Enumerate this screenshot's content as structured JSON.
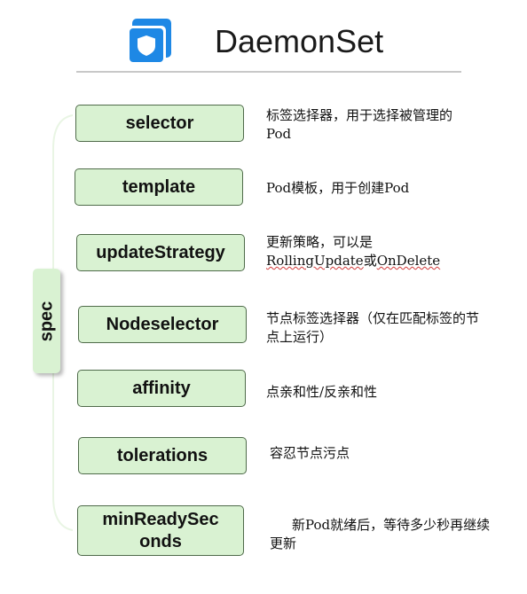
{
  "title": "DaemonSet",
  "icon": "daemonset-shield-icon",
  "colors": {
    "box_fill": "#d9f2d2",
    "box_border": "#4f6b4a",
    "icon_blue": "#1e88e5"
  },
  "spec_label": "spec",
  "fields": [
    {
      "name": "selector",
      "desc_parts": [
        "标签选择器，用于选择被管理的Pod"
      ]
    },
    {
      "name": "template",
      "desc_parts": [
        "Pod模板，用于创建Pod"
      ]
    },
    {
      "name": "updateStrategy",
      "desc_parts": [
        "更新策略，可以是",
        "RollingUpdate",
        "或",
        "OnDelete"
      ]
    },
    {
      "name": "Nodeselector",
      "desc_parts": [
        "节点标签选择器（仅在匹配标签的节点上运行）"
      ]
    },
    {
      "name": "affinity",
      "desc_parts": [
        "点亲和性/反亲和性"
      ]
    },
    {
      "name": "tolerations",
      "desc_parts": [
        "容忍节点污点"
      ]
    },
    {
      "name": "minReadySeconds",
      "name_lines": [
        "minReadySec",
        "onds"
      ],
      "desc_parts": [
        "新Pod就绪后，等待多少秒再继续更新"
      ]
    }
  ]
}
